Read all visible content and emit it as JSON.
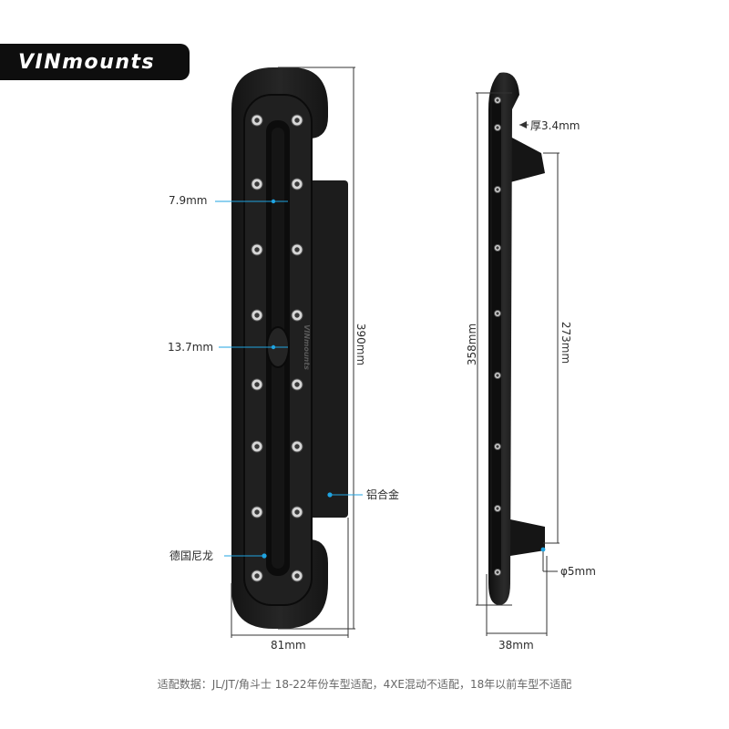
{
  "brand": {
    "name": "VINmounts"
  },
  "left_view": {
    "labels": {
      "slot_width": "7.9mm",
      "slot_center": "13.7mm",
      "height": "390mm",
      "width": "81mm",
      "material_alloy": "铝合金",
      "material_nylon": "德国尼龙"
    },
    "engraving": "VINmounts"
  },
  "right_view": {
    "labels": {
      "thickness": "厚3.4mm",
      "length_outer": "358mm",
      "length_hole": "273mm",
      "hole_diameter": "φ5mm",
      "width": "38mm"
    }
  },
  "footer": {
    "text": "适配数据：JL/JT/角斗士 18-22年份车型适配，4XE混动不适配，18年以前车型不适配"
  },
  "colors": {
    "plate": "#1a1a1a",
    "nylon": "#2a2a2a",
    "accent_blue": "#1fa3e0",
    "dim_line": "#333333",
    "brand_bg": "#0e0e0e"
  }
}
